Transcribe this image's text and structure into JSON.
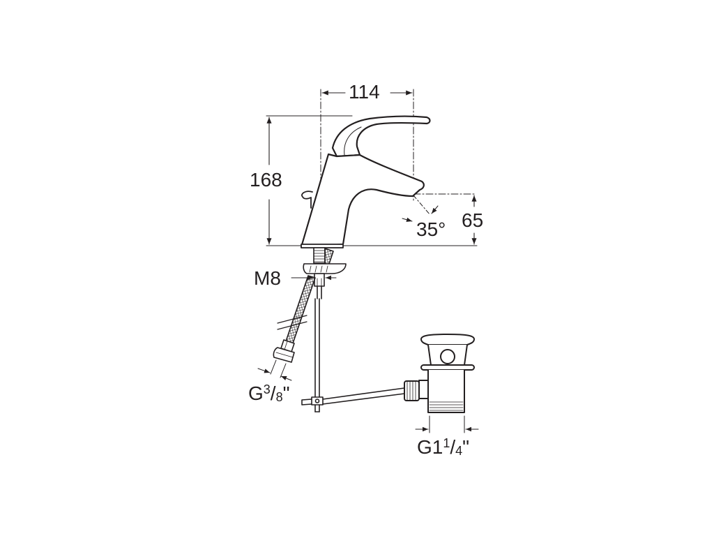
{
  "diagram": {
    "subject": "Single-lever basin mixer with pop-up waste — dimensional drawing",
    "units": "mm",
    "colors": {
      "line": "#231f20",
      "background": "#ffffff"
    }
  },
  "dimensions": {
    "spout_reach": {
      "value": "114",
      "label": "114"
    },
    "total_height": {
      "value": "168",
      "label": "168"
    },
    "spout_outlet_height": {
      "value": "65",
      "label": "65"
    },
    "spout_angle": {
      "value": "35",
      "label": "35°"
    },
    "fixing_thread": {
      "label": "M8"
    },
    "supply_hose_connection": {
      "prefix": "G",
      "num": "3",
      "den": "8",
      "suffix": "\""
    },
    "waste_thread": {
      "prefix": "G1",
      "num": "1",
      "den": "4",
      "suffix": "\""
    }
  }
}
